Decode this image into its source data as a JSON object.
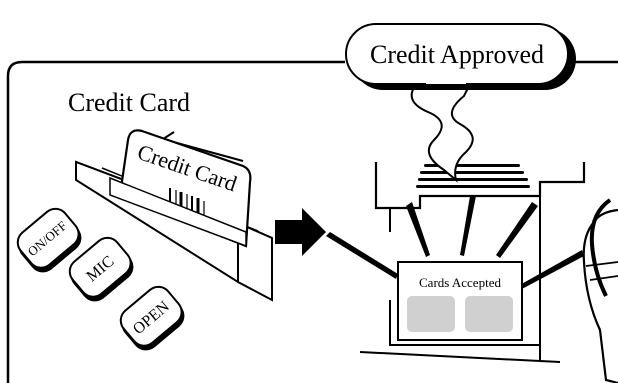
{
  "heading": "Credit Card",
  "card_text": "Credit Card",
  "buttons": [
    "ON/OFF",
    "MIC",
    "OPEN"
  ],
  "bubble_text": "Credit Approved",
  "sticker_text": "Cards Accepted",
  "colors": {
    "ink": "#000000",
    "paper": "#ffffff",
    "card_slot": "#d0d0d0"
  }
}
